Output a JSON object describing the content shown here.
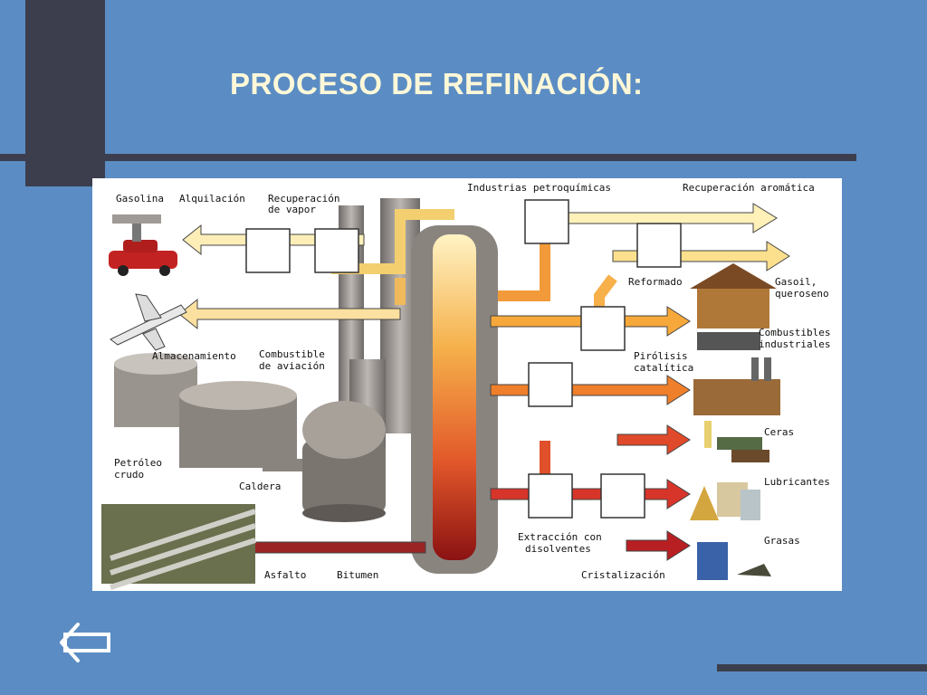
{
  "slide": {
    "title": "PROCESO DE REFINACIÓN:"
  },
  "diagram": {
    "labels": {
      "gasolina": "Gasolina",
      "alquilacion": "Alquilación",
      "recuperacion_vapor_1": "Recuperación",
      "recuperacion_vapor_2": "de vapor",
      "industrias": "Industrias petroquímicas",
      "recuperacion_aromatica": "Recuperación aromática",
      "reformado": "Reformado",
      "gasoil_1": "Gasoil,",
      "gasoil_2": "queroseno",
      "combustibles_ind_1": "Combustibles",
      "combustibles_ind_2": "industriales",
      "pirolisis_1": "Pirólisis",
      "pirolisis_2": "catalítica",
      "almacenamiento": "Almacenamiento",
      "combustible_aviacion_1": "Combustible",
      "combustible_aviacion_2": "de aviación",
      "petroleo_1": "Petróleo",
      "petroleo_2": "crudo",
      "caldera": "Caldera",
      "ceras": "Ceras",
      "lubricantes": "Lubricantes",
      "grasas": "Grasas",
      "extraccion_1": "Extracción con",
      "extraccion_2": "disolventes",
      "cristalizacion": "Cristalización",
      "asfalto": "Asfalto",
      "bitumen": "Bitumen"
    }
  },
  "nav": {
    "back_icon": "back-arrow-icon"
  }
}
